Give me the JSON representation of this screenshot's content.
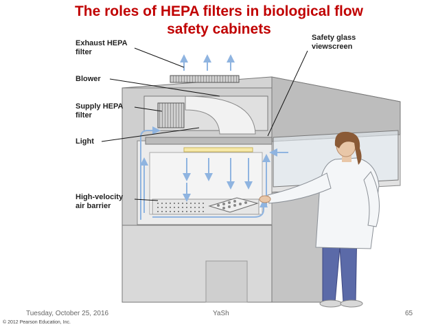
{
  "slide": {
    "title_line1": "The roles of HEPA filters in biological flow",
    "title_line2": "safety cabinets"
  },
  "labels": {
    "exhaust_1": "Exhaust HEPA",
    "exhaust_2": "filter",
    "blower": "Blower",
    "supply_1": "Supply HEPA",
    "supply_2": "filter",
    "light": "Light",
    "barrier_1": "High-velocity",
    "barrier_2": "air barrier",
    "glass_1": "Safety glass",
    "glass_2": "viewscreen"
  },
  "footer": {
    "date": "Tuesday, October 25, 2016",
    "author": "YaSh",
    "page": "65",
    "copyright": "© 2012 Pearson Education, Inc."
  },
  "colors": {
    "title": "#c00000",
    "cabinet": "#c9c9c9",
    "airflow": "#8fb4e0",
    "coat": "#f4f6f8",
    "pants": "#5b6aa8"
  }
}
